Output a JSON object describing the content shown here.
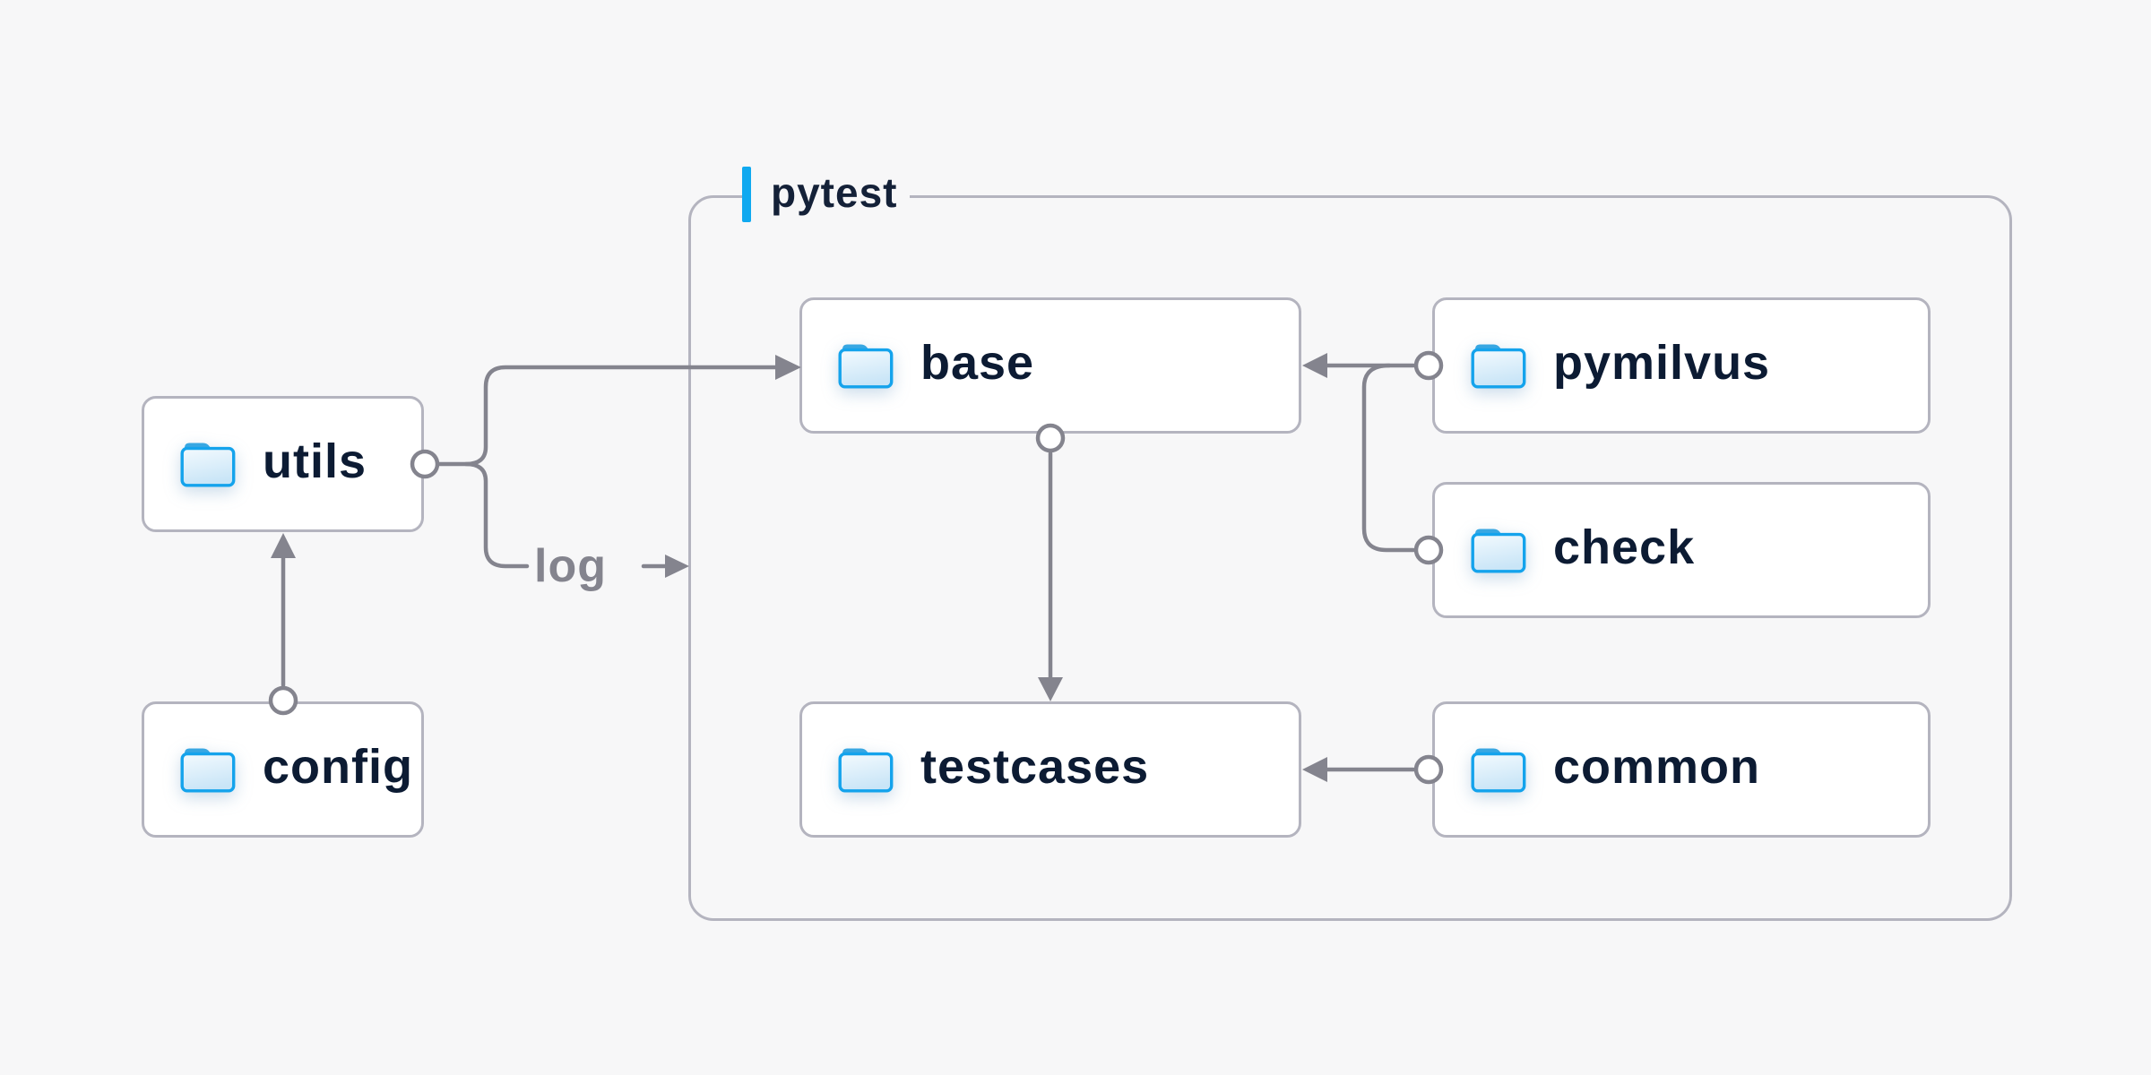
{
  "colors": {
    "background": "#f7f7f8",
    "node_background": "#ffffff",
    "node_border": "#b4b4bf",
    "node_text": "#0c1b33",
    "connector_line": "#84848e",
    "edge_label_text": "#84848e",
    "accent_blue": "#10a9f0",
    "folder_blue": "#14a3ec"
  },
  "diagram": {
    "container_label": "pytest",
    "nodes": {
      "utils": {
        "label": "utils"
      },
      "config": {
        "label": "config"
      },
      "base": {
        "label": "base"
      },
      "pymilvus": {
        "label": "pymilvus"
      },
      "check": {
        "label": "check"
      },
      "testcases": {
        "label": "testcases"
      },
      "common": {
        "label": "common"
      }
    },
    "edges": [
      {
        "from": "config",
        "to": "utils"
      },
      {
        "from": "utils",
        "to": "base"
      },
      {
        "from": "utils",
        "to": "pytest",
        "label": "log"
      },
      {
        "from": "pymilvus",
        "to": "base"
      },
      {
        "from": "check",
        "to": "base"
      },
      {
        "from": "base",
        "to": "testcases"
      },
      {
        "from": "common",
        "to": "testcases"
      }
    ]
  }
}
